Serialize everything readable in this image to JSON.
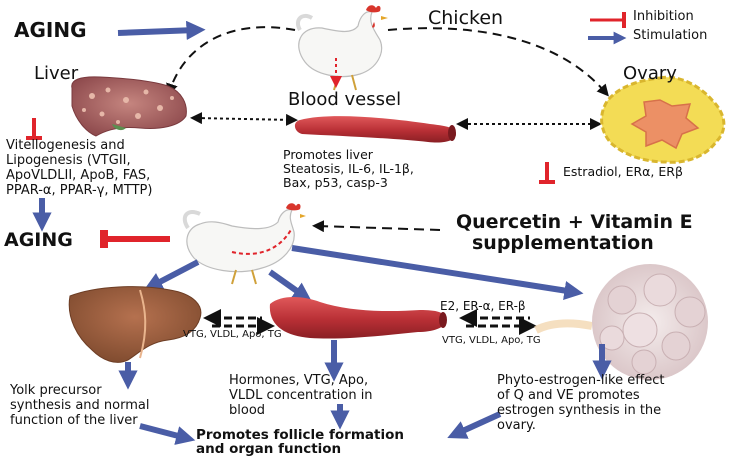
{
  "legend": {
    "inhibition": "Inhibition",
    "stimulation": "Stimulation"
  },
  "top": {
    "aging": "AGING",
    "chicken": "Chicken",
    "liver": "Liver",
    "blood_vessel": "Blood vessel",
    "ovary": "Ovary",
    "liver_genes": [
      "Vitellogenesis and",
      "Lipogenesis (VTGII,",
      "ApoVLDLII, ApoB, FAS,",
      "PPAR-α, PPAR-γ, MTTP)"
    ],
    "blood_effects": [
      "Promotes liver",
      "Steatosis, IL-6,  IL-1β,",
      "Bax, p53, casp-3"
    ],
    "ovary_effects": "Estradiol, ERα, ERβ"
  },
  "bottom": {
    "aging": "AGING",
    "supplement": [
      "Quercetin + Vitamin E",
      "supplementation"
    ],
    "liver_to_blood": "VTG, VLDL, Apo, TG",
    "blood_to_ovary": "VTG, VLDL, Apo, TG",
    "ovary_to_blood": "E2,  ER-α,  ER-β",
    "liver_effect": [
      "Yolk precursor",
      "synthesis and  normal",
      "function of the liver"
    ],
    "blood_effect": [
      "Hormones, VTG, Apo,",
      "VLDL concentration in",
      "blood"
    ],
    "ovary_effect": [
      "Phyto-estrogen-like effect",
      "of Q and VE  promotes",
      "estrogen synthesis in the",
      "ovary."
    ],
    "conclusion": [
      "Promotes follicle formation",
      "and organ function"
    ]
  },
  "colors": {
    "arrow_blue": "#4a5da6",
    "inhibit_red": "#e0242b",
    "liver": "#a3595a",
    "vessel": "#c43a3f",
    "ovary_yellow": "#f3dc55",
    "ovary_core": "#ec9065"
  }
}
